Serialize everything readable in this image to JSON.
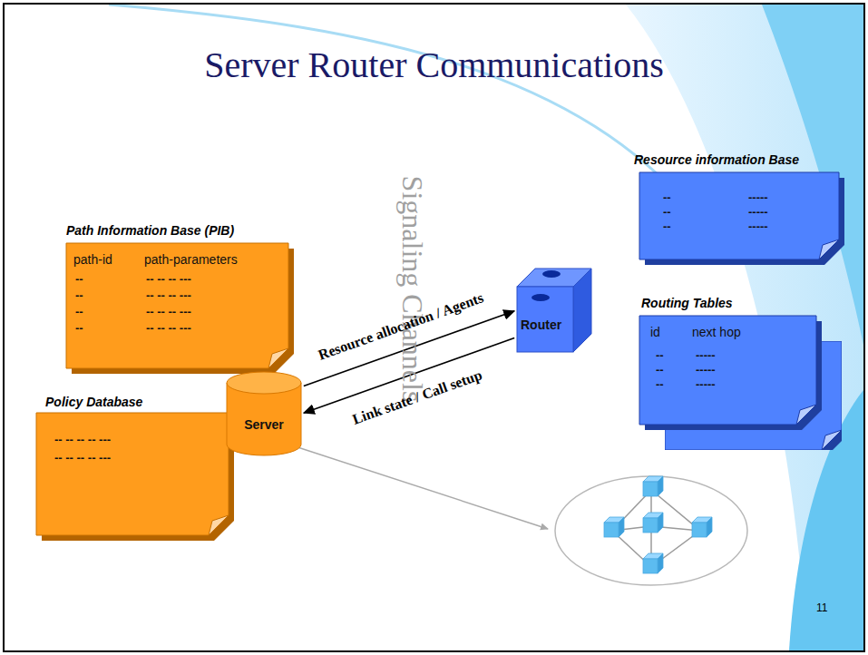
{
  "diagram": {
    "title": "Server Router Communications",
    "nodes": [
      {
        "text": [
          "Resource information Base",
          "--",
          "--",
          "--",
          "-----",
          "-----",
          "-----"
        ]
      },
      {
        "text": [
          "Path Information Base (PIB)",
          "path-id",
          "path-parameters",
          "--",
          "--",
          "--",
          "--",
          "-- -- -- ---",
          "-- -- -- ---",
          "-- -- -- ---",
          "-- -- -- ---"
        ]
      },
      {
        "text": [
          "Router"
        ]
      },
      {
        "text": [
          "Routing Tables",
          "id",
          "next hop",
          "--",
          "--",
          "--",
          "-----",
          "-----",
          "-----"
        ]
      },
      {
        "text": [
          "Policy Database",
          "-- -- -- -- ---",
          "-- -- -- -- ---"
        ]
      },
      {
        "text": [
          "Server"
        ]
      }
    ],
    "edges": [
      {
        "from": 5,
        "to": 2,
        "label": "Resource allocation / Agents",
        "arrow": "to"
      },
      {
        "from": 2,
        "to": 5,
        "label": "Link state / Call setup",
        "arrow": "to"
      }
    ],
    "labels": [
      "Signaling Channels",
      "11"
    ]
  }
}
